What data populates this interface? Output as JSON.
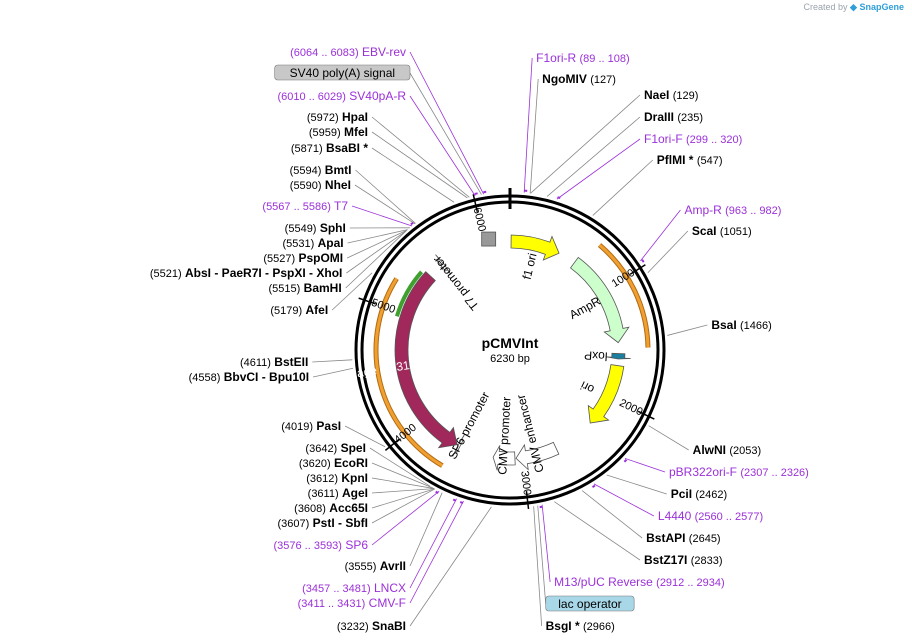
{
  "credit": {
    "prefix": "Created by",
    "brand": "SnapGene"
  },
  "plasmid": {
    "name": "pCMVInt",
    "size": "6230 bp"
  },
  "ticks": [
    {
      "label": "1000",
      "pos": 1000
    },
    {
      "label": "2000",
      "pos": 2000
    },
    {
      "label": "3000",
      "pos": 3000
    },
    {
      "label": "4000",
      "pos": 4000
    },
    {
      "label": "5000",
      "pos": 5000
    },
    {
      "label": "6000",
      "pos": 6000
    }
  ],
  "features": [
    {
      "name": "f1 ori",
      "start": 10,
      "end": 465,
      "color": "#ffff00",
      "textColor": "#000000"
    },
    {
      "name": "AmpR",
      "start": 630,
      "end": 1490,
      "color": "#ccffcc",
      "textColor": "#000000"
    },
    {
      "name": "loxP",
      "start": 1590,
      "end": 1640,
      "color": "#1c7fa0",
      "textColor": "#000000"
    },
    {
      "name": "ori",
      "start": 1700,
      "end": 2290,
      "color": "#ffff00",
      "textColor": "#000000"
    },
    {
      "name": "CMV enhancer",
      "start": 2680,
      "end": 3060,
      "color": "#ffffff",
      "textColor": "#000000"
    },
    {
      "name": "CMV promoter",
      "start": 3070,
      "end": 3270,
      "color": "#ffffff",
      "textColor": "#000000"
    },
    {
      "name": "SP6 promoter",
      "start": 3590,
      "end": 3610,
      "color": "#ffffff",
      "textColor": "#000000"
    },
    {
      "name": "phage φC31 integrase",
      "start": 5415,
      "end": 3620,
      "color": "#a0285a",
      "textColor": "#ffffff"
    },
    {
      "name": "T7 promoter",
      "start": 5550,
      "end": 5580,
      "color": "#ffffff",
      "textColor": "#000000"
    },
    {
      "name": "SV40 poly(A) signal",
      "start": 5980,
      "end": 6100,
      "color": "#999999",
      "textColor": "#000000"
    }
  ],
  "labels_left": [
    {
      "id": "ebv-rev",
      "pos": 6064,
      "coord": "(6064 .. 6083)",
      "name": "EBV-rev",
      "kind": "primer",
      "star": ""
    },
    {
      "id": "sv40-signal",
      "pos": 6050,
      "coord": "",
      "name": "SV40 poly(A) signal",
      "kind": "boxed",
      "star": ""
    },
    {
      "id": "sv40pa-r",
      "pos": 6010,
      "coord": "(6010 .. 6029)",
      "name": "SV40pA-R",
      "kind": "primer",
      "star": ""
    },
    {
      "id": "hpai",
      "pos": 5972,
      "coord": "(5972)",
      "name": "HpaI",
      "kind": "enzyme",
      "star": ""
    },
    {
      "id": "mfei",
      "pos": 5959,
      "coord": "(5959)",
      "name": "MfeI",
      "kind": "enzyme",
      "star": ""
    },
    {
      "id": "bsabi",
      "pos": 5871,
      "coord": "(5871)",
      "name": "BsaBI",
      "kind": "enzyme",
      "star": "*"
    },
    {
      "id": "bmti",
      "pos": 5594,
      "coord": "(5594)",
      "name": "BmtI",
      "kind": "enzyme",
      "star": ""
    },
    {
      "id": "nhei",
      "pos": 5590,
      "coord": "(5590)",
      "name": "NheI",
      "kind": "enzyme",
      "star": ""
    },
    {
      "id": "t7",
      "pos": 5567,
      "coord": "(5567 .. 5586)",
      "name": "T7",
      "kind": "primer",
      "star": ""
    },
    {
      "id": "sphi",
      "pos": 5549,
      "coord": "(5549)",
      "name": "SphI",
      "kind": "enzyme",
      "star": ""
    },
    {
      "id": "apai",
      "pos": 5531,
      "coord": "(5531)",
      "name": "ApaI",
      "kind": "enzyme",
      "star": ""
    },
    {
      "id": "pspomi",
      "pos": 5527,
      "coord": "(5527)",
      "name": "PspOMI",
      "kind": "enzyme",
      "star": ""
    },
    {
      "id": "absi",
      "pos": 5521,
      "coord": "(5521)",
      "name": "AbsI  -  PaeR7I  -  PspXI  -  XhoI",
      "kind": "enzyme",
      "star": ""
    },
    {
      "id": "bamhi",
      "pos": 5515,
      "coord": "(5515)",
      "name": "BamHI",
      "kind": "enzyme",
      "star": ""
    },
    {
      "id": "afei",
      "pos": 5179,
      "coord": "(5179)",
      "name": "AfeI",
      "kind": "enzyme",
      "star": ""
    },
    {
      "id": "bsteii",
      "pos": 4611,
      "coord": "(4611)",
      "name": "BstEII",
      "kind": "enzyme",
      "star": ""
    },
    {
      "id": "bbvci",
      "pos": 4558,
      "coord": "(4558)",
      "name": "BbvCI  -  Bpu10I",
      "kind": "enzyme",
      "star": ""
    },
    {
      "id": "pasi",
      "pos": 4019,
      "coord": "(4019)",
      "name": "PasI",
      "kind": "enzyme",
      "star": ""
    },
    {
      "id": "spei",
      "pos": 3642,
      "coord": "(3642)",
      "name": "SpeI",
      "kind": "enzyme",
      "star": ""
    },
    {
      "id": "ecori",
      "pos": 3620,
      "coord": "(3620)",
      "name": "EcoRI",
      "kind": "enzyme",
      "star": ""
    },
    {
      "id": "kpni",
      "pos": 3612,
      "coord": "(3612)",
      "name": "KpnI",
      "kind": "enzyme",
      "star": ""
    },
    {
      "id": "agei",
      "pos": 3611,
      "coord": "(3611)",
      "name": "AgeI",
      "kind": "enzyme",
      "star": ""
    },
    {
      "id": "acc65i",
      "pos": 3608,
      "coord": "(3608)",
      "name": "Acc65I",
      "kind": "enzyme",
      "star": ""
    },
    {
      "id": "psti",
      "pos": 3607,
      "coord": "(3607)",
      "name": "PstI  -  SbfI",
      "kind": "enzyme",
      "star": ""
    },
    {
      "id": "sp6",
      "pos": 3576,
      "coord": "(3576 .. 3593)",
      "name": "SP6",
      "kind": "primer",
      "star": ""
    },
    {
      "id": "avrii",
      "pos": 3555,
      "coord": "(3555)",
      "name": "AvrII",
      "kind": "enzyme",
      "star": ""
    },
    {
      "id": "lncx",
      "pos": 3457,
      "coord": "(3457 .. 3481)",
      "name": "LNCX",
      "kind": "primer",
      "star": ""
    },
    {
      "id": "cmv-f",
      "pos": 3411,
      "coord": "(3411 .. 3431)",
      "name": "CMV-F",
      "kind": "primer",
      "star": ""
    },
    {
      "id": "snabi",
      "pos": 3232,
      "coord": "(3232)",
      "name": "SnaBI",
      "kind": "enzyme",
      "star": ""
    }
  ],
  "labels_right": [
    {
      "id": "f1ori-r",
      "pos": 89,
      "coord": "(89 .. 108)",
      "name": "F1ori-R",
      "kind": "primer",
      "star": ""
    },
    {
      "id": "ngomiv",
      "pos": 127,
      "coord": "(127)",
      "name": "NgoMIV",
      "kind": "enzyme",
      "star": ""
    },
    {
      "id": "naei",
      "pos": 129,
      "coord": "(129)",
      "name": "NaeI",
      "kind": "enzyme",
      "star": ""
    },
    {
      "id": "draiii",
      "pos": 235,
      "coord": "(235)",
      "name": "DraIII",
      "kind": "enzyme",
      "star": ""
    },
    {
      "id": "f1ori-f",
      "pos": 299,
      "coord": "(299 .. 320)",
      "name": "F1ori-F",
      "kind": "primer",
      "star": ""
    },
    {
      "id": "pflmi",
      "pos": 547,
      "coord": "(547)",
      "name": "PflMI",
      "kind": "enzyme",
      "star": "*"
    },
    {
      "id": "amp-r",
      "pos": 963,
      "coord": "(963 .. 982)",
      "name": "Amp-R",
      "kind": "primer",
      "star": ""
    },
    {
      "id": "scai",
      "pos": 1051,
      "coord": "(1051)",
      "name": "ScaI",
      "kind": "enzyme",
      "star": ""
    },
    {
      "id": "bsai",
      "pos": 1466,
      "coord": "(1466)",
      "name": "BsaI",
      "kind": "enzyme",
      "star": ""
    },
    {
      "id": "alwni",
      "pos": 2053,
      "coord": "(2053)",
      "name": "AlwNI",
      "kind": "enzyme",
      "star": ""
    },
    {
      "id": "pbr322ori-f",
      "pos": 2307,
      "coord": "(2307 .. 2326)",
      "name": "pBR322ori-F",
      "kind": "primer",
      "star": ""
    },
    {
      "id": "pcii",
      "pos": 2462,
      "coord": "(2462)",
      "name": "PciI",
      "kind": "enzyme",
      "star": ""
    },
    {
      "id": "l4440",
      "pos": 2560,
      "coord": "(2560 .. 2577)",
      "name": "L4440",
      "kind": "primer",
      "star": ""
    },
    {
      "id": "bstapi",
      "pos": 2645,
      "coord": "(2645)",
      "name": "BstAPI",
      "kind": "enzyme",
      "star": ""
    },
    {
      "id": "bstz17i",
      "pos": 2833,
      "coord": "(2833)",
      "name": "BstZ17I",
      "kind": "enzyme",
      "star": ""
    },
    {
      "id": "m13-puc",
      "pos": 2912,
      "coord": "(2912 .. 2934)",
      "name": "M13/pUC Reverse",
      "kind": "primer",
      "star": ""
    },
    {
      "id": "lac-operator",
      "pos": 2940,
      "coord": "",
      "name": "lac operator",
      "kind": "boxed-blue",
      "star": ""
    },
    {
      "id": "bsgi",
      "pos": 2966,
      "coord": "(2966)",
      "name": "BsgI",
      "kind": "enzyme",
      "star": "*"
    }
  ],
  "colors": {
    "primer": "#9b30d9",
    "enzyme": "#000000",
    "coord": "#000000",
    "orange_arc": "#f0a030",
    "green_arc": "#3fa02e",
    "ring": "#000000"
  }
}
